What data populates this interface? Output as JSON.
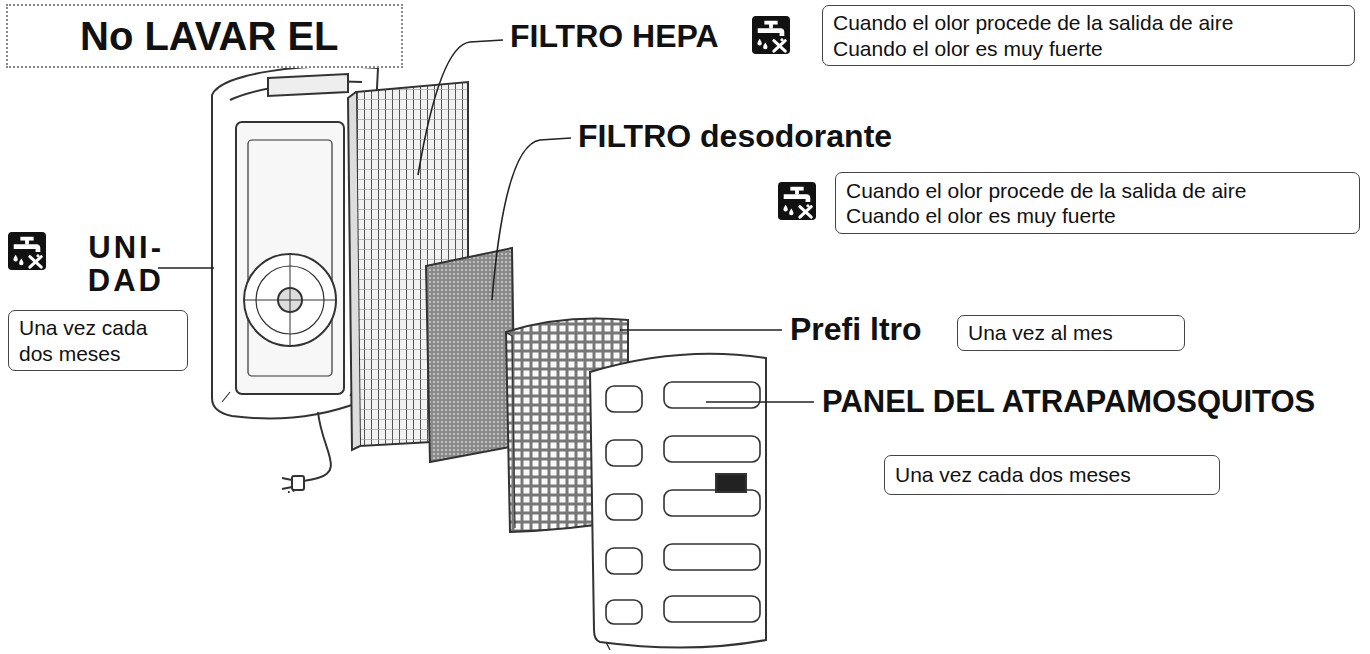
{
  "diagram": {
    "nodes": [
      {
        "text": [
          "No LAVAR EL"
        ]
      },
      {
        "text": [
          "Cuando el olor procede de la salida de aire",
          "Cuando el olor es muy fuerte"
        ]
      },
      {
        "text": [
          "Cuando el olor procede de la salida de aire",
          "Cuando el olor es muy fuerte"
        ]
      },
      {
        "text": [
          "Una vez cada dos meses"
        ]
      },
      {
        "text": [
          "Una vez al mes"
        ]
      },
      {
        "text": [
          "Una vez cada dos meses"
        ]
      }
    ],
    "labels": [
      "FILTRO HEPA",
      "FILTRO desodorante",
      "UNI- DAD",
      "Prefi ltro",
      "PANEL DEL ATRAPAMOSQUITOS"
    ]
  }
}
